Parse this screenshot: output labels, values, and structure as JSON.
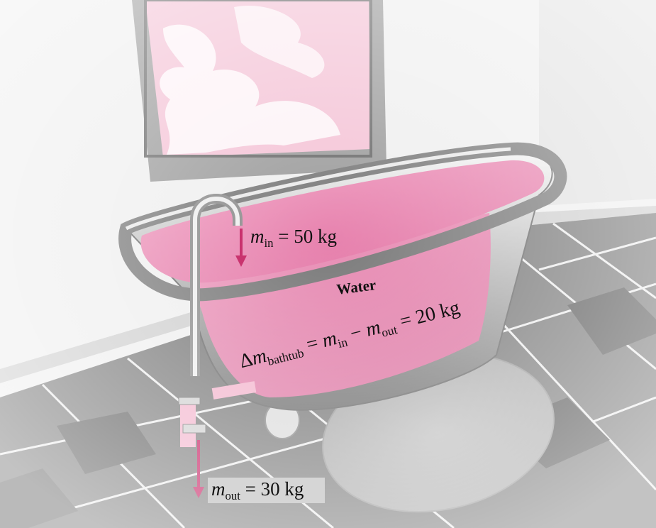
{
  "labels": {
    "m_in": {
      "symbol": "m",
      "sub": "in",
      "rest": " = 50 kg"
    },
    "m_out": {
      "symbol": "m",
      "sub": "out",
      "rest": " = 30 kg"
    },
    "water": "Water",
    "balance": {
      "delta": "Δ",
      "symbol": "m",
      "sub_bathtub": "bathtub",
      "eq": " = ",
      "m_in_sym": "m",
      "m_in_sub": "in",
      "minus": " − ",
      "m_out_sym": "m",
      "m_out_sub": "out",
      "result": " = 20 kg"
    }
  },
  "colors": {
    "water": "#e87da8",
    "water_dark": "#d9619a",
    "arrow": "#c2185b",
    "tub": "#c9c9c9",
    "floor_light": "#9a9a9a",
    "floor_dark": "#5e5e5e",
    "wall": "#ececec"
  },
  "icons": [
    "inflow-arrow-icon",
    "outflow-arrow-icon"
  ]
}
